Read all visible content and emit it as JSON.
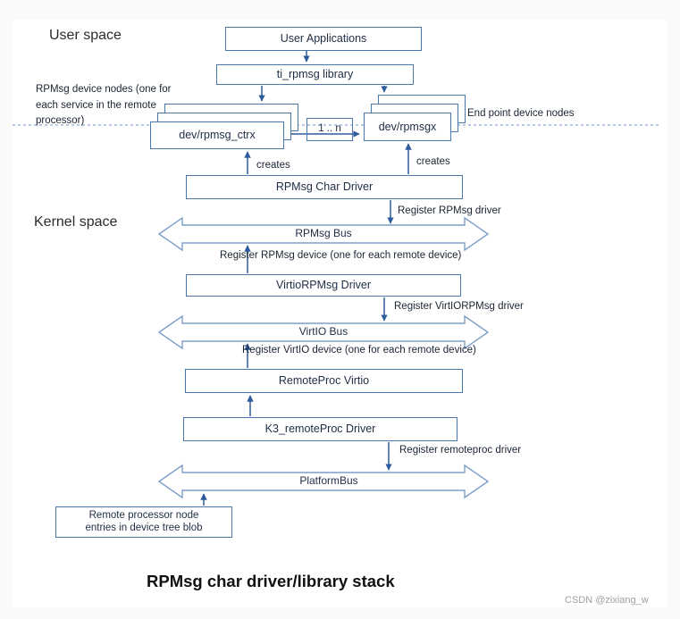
{
  "diagram": {
    "title": "RPMsg char driver/library stack",
    "watermark": "CSDN @zixiang_w",
    "regions": {
      "user_space": "User space",
      "kernel_space": "Kernel space"
    },
    "nodes": {
      "user_applications": "User Applications",
      "ti_rpmsg_library": "ti_rpmsg library",
      "dev_rpmsg_ctrx": "dev/rpmsg_ctrx",
      "multiplicity": "1 .. n",
      "dev_rpmsgx": "dev/rpmsgx",
      "rpmsg_char_driver": "RPMsg Char Driver",
      "virtio_rpmsg_driver": "VirtioRPMsg Driver",
      "remoteproc_virtio": "RemoteProc Virtio",
      "k3_remoteproc_driver": "K3_remoteProc Driver",
      "remote_node_lines": [
        "Remote  processor node",
        "entries in device tree blob"
      ]
    },
    "buses": {
      "rpmsg_bus": "RPMsg Bus",
      "virtio_bus": "VirtIO Bus",
      "platform_bus": "PlatformBus"
    },
    "edge_labels": {
      "creates_left": "creates",
      "creates_right": "creates",
      "register_rpmsg_driver": "Register RPMsg driver",
      "register_rpmsg_device": "Register RPMsg device (one for each remote device)",
      "register_virtiorpmsg_driver": "Register VirtIORPMsg driver",
      "register_virtio_device": "Register VirtIO device (one for each remote device)",
      "register_remoteproc_driver": "Register remoteproc driver"
    },
    "notes": {
      "device_nodes_lines": [
        "RPMsg device nodes (one for",
        "each service in the remote",
        "processor)"
      ],
      "end_point_device_nodes": "End point device nodes"
    },
    "colors": {
      "box_border": "#4a77ad",
      "arrow": "#2e5b9c",
      "bus_outline": "#7f9fc9",
      "dashed_boundary": "#8eaad2",
      "box_text": "#1f2d45",
      "title_text": "#111111",
      "watermark_text": "#9f9f9f"
    }
  }
}
